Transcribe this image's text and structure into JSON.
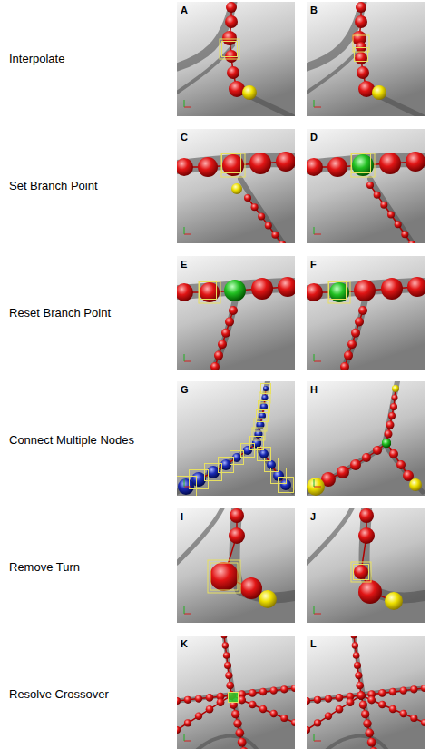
{
  "diagram": {
    "labels": [
      "Interpolate",
      "A",
      "B",
      "Set Branch Point",
      "C",
      "D",
      "Reset Branch Point",
      "E",
      "F",
      "Connect Multiple Nodes",
      "G",
      "H",
      "Remove Turn",
      "I",
      "J",
      "Resolve Crossover",
      "K",
      "L"
    ]
  }
}
